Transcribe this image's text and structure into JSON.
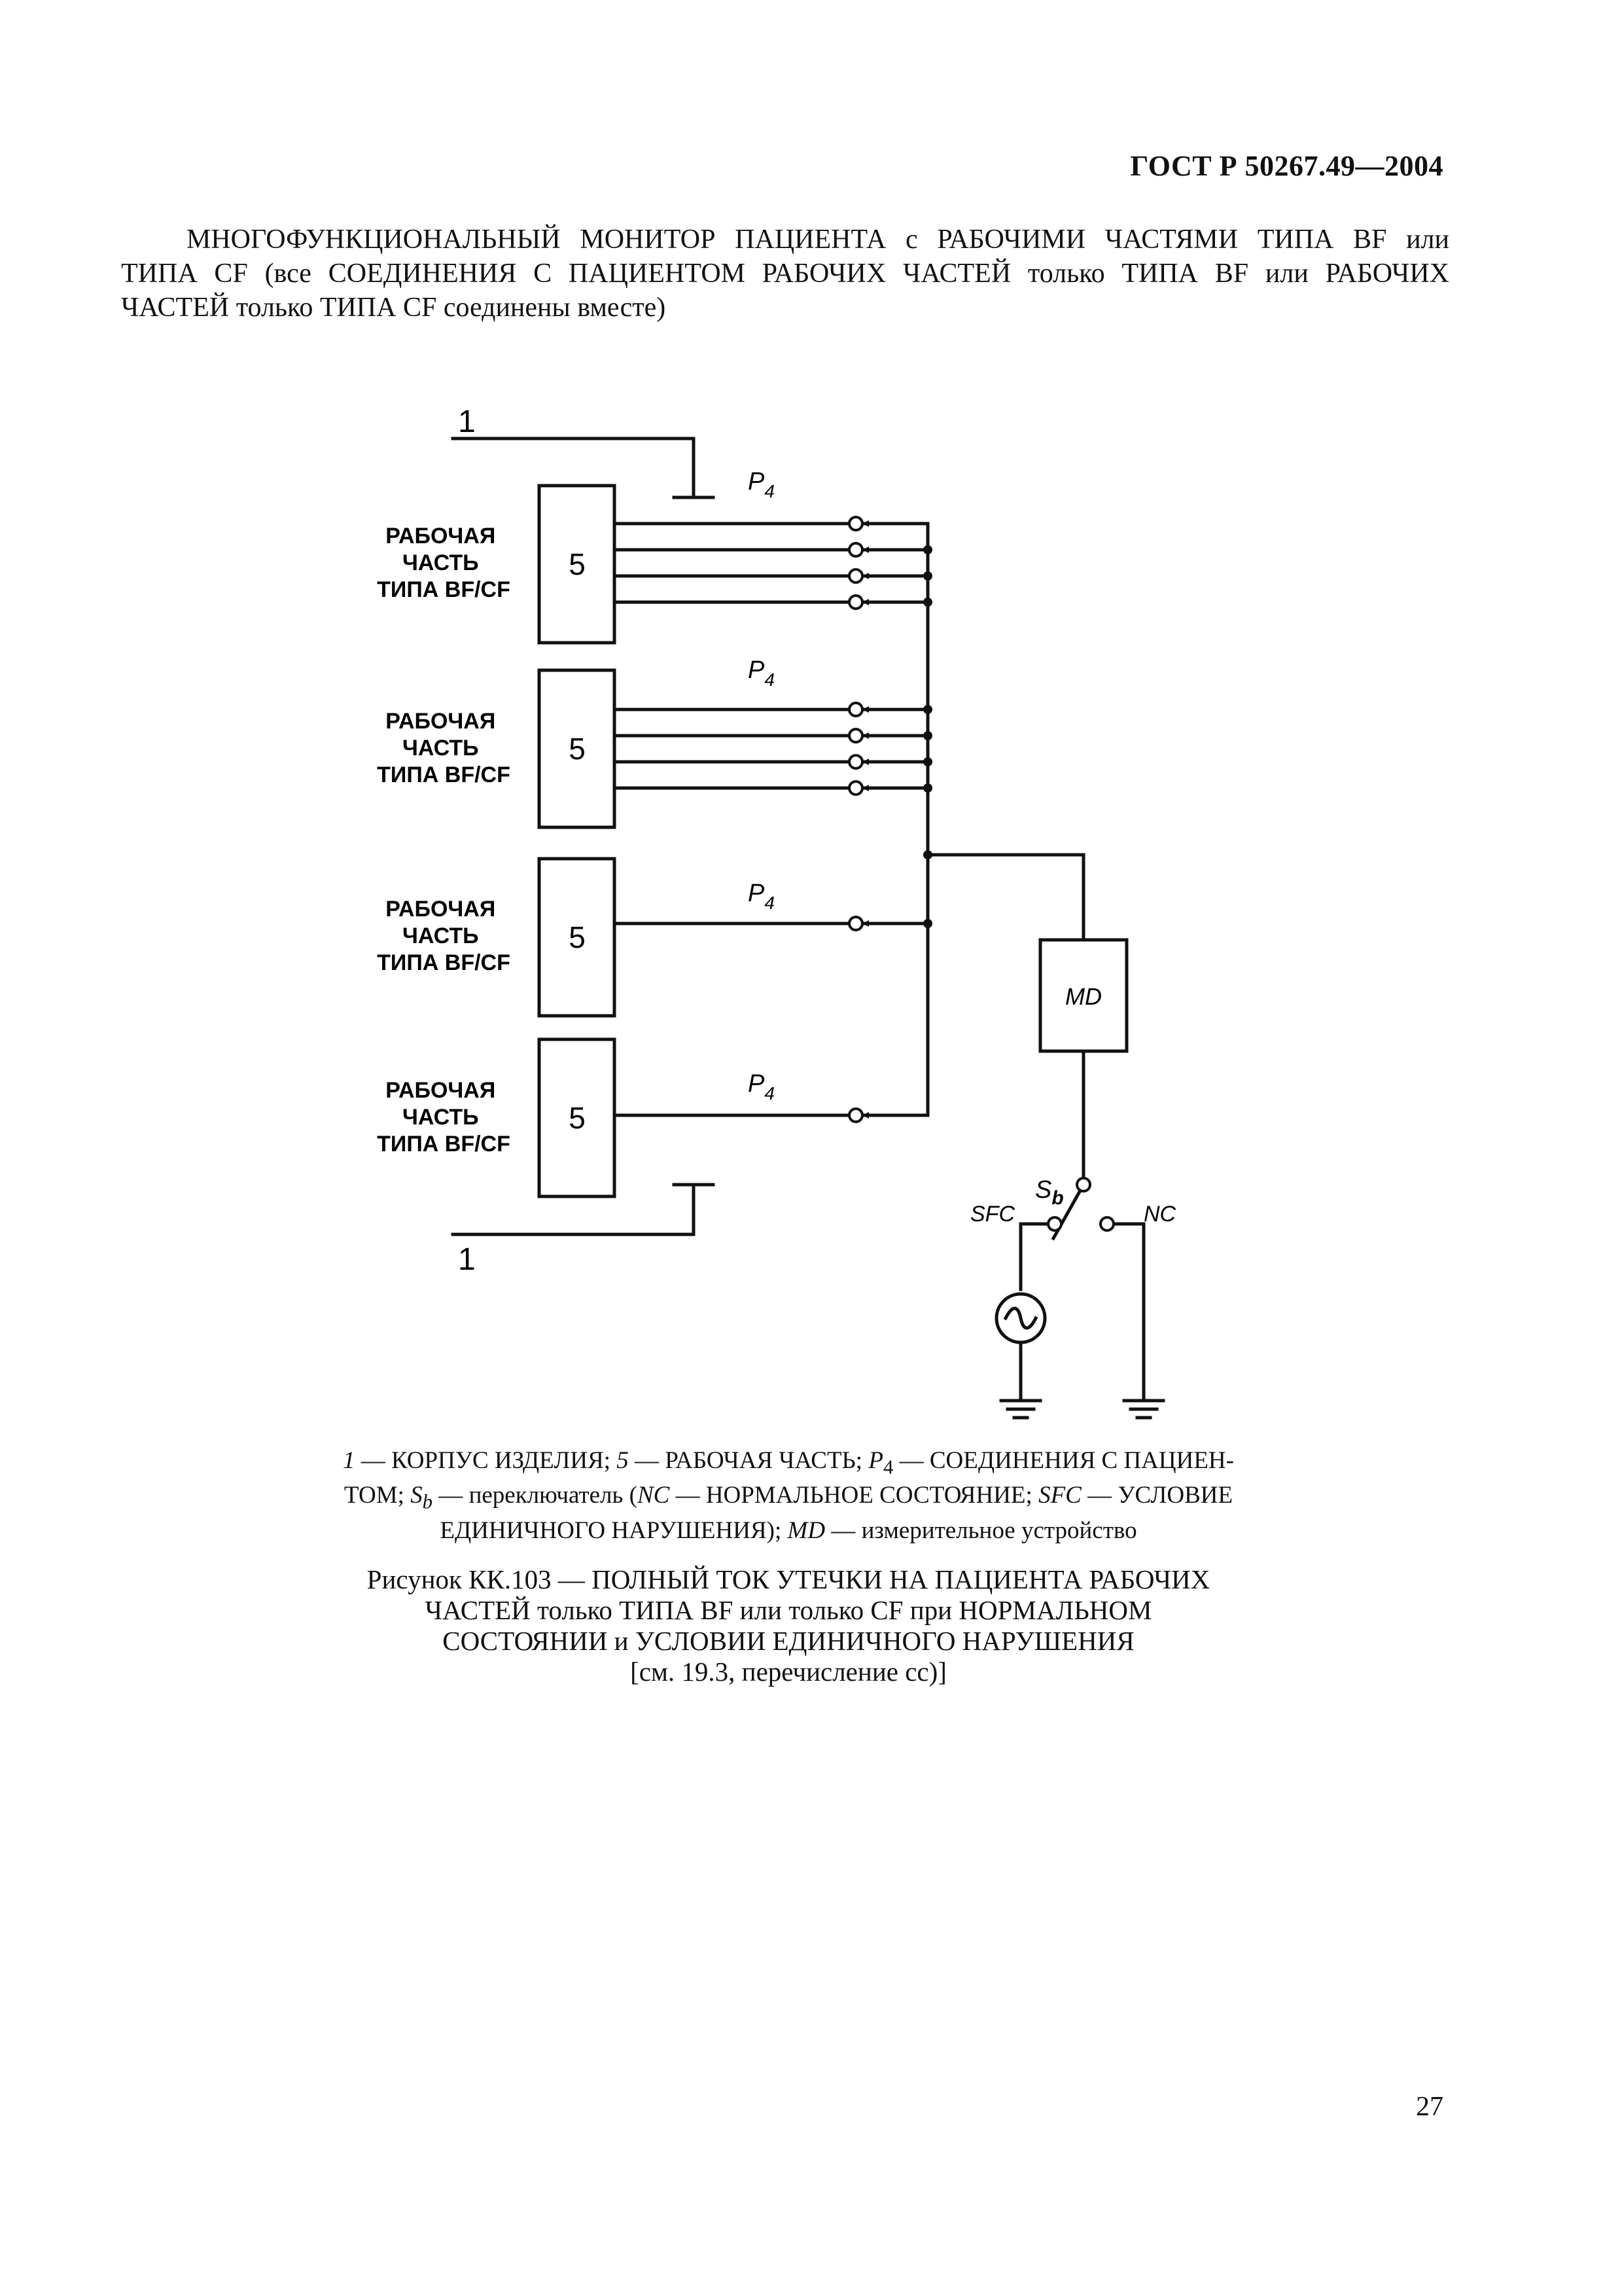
{
  "header": {
    "standard": "ГОСТ Р 50267.49—2004"
  },
  "intro": {
    "line1": "МНОГОФУНКЦИОНАЛЬНЫЙ МОНИТОР ПАЦИЕНТА с РАБОЧИМИ ЧАСТЯМИ ТИПА BF или",
    "line2": "ТИПА CF (все СОЕДИНЕНИЯ С ПАЦИЕНТОМ РАБОЧИХ ЧАСТЕЙ только ТИПА BF или РАБОЧИХ",
    "line3": "ЧАСТЕЙ только ТИПА CF соединены вместе)"
  },
  "diagram": {
    "label_1": "1",
    "box_number": "5",
    "part_label_line1": "РАБОЧАЯ",
    "part_label_line2": "ЧАСТЬ",
    "part_label_line3": "ТИПА BF/CF",
    "p_letter": "P",
    "p_sub": "4",
    "md_label": "MD",
    "s_letter": "S",
    "s_sub": "b",
    "sfc_label": "SFC",
    "nc_label": "NC"
  },
  "legend": {
    "n1": "1",
    "t1": " — КОРПУС ИЗДЕЛИЯ; ",
    "n5": "5",
    "t5": " — РАБОЧАЯ ЧАСТЬ; ",
    "p": "P",
    "p_sub": "4",
    "tp": " — СОЕДИНЕНИЯ С ПАЦИЕН-",
    "tp2": "ТОМ; ",
    "s": "S",
    "s_sub": "b",
    "ts": " — переключатель (",
    "nc": "NC",
    "tnc": " — НОРМАЛЬНОЕ СОСТОЯНИЕ; ",
    "sfc": "SFC",
    "tsfc": " — УСЛОВИЕ",
    "tsfc2": "ЕДИНИЧНОГО НАРУШЕНИЯ); ",
    "md": "MD",
    "tmd": " — измерительное устройство"
  },
  "caption": {
    "line1": "Рисунок КК.103 — ПОЛНЫЙ ТОК УТЕЧКИ НА ПАЦИЕНТА РАБОЧИХ",
    "line2": "ЧАСТЕЙ только ТИПА BF или только CF при НОРМАЛЬНОМ",
    "line3": "СОСТОЯНИИ и УСЛОВИИ ЕДИНИЧНОГО НАРУШЕНИЯ",
    "line4": "[см. 19.3, перечисление cc)]"
  },
  "page_number": "27"
}
